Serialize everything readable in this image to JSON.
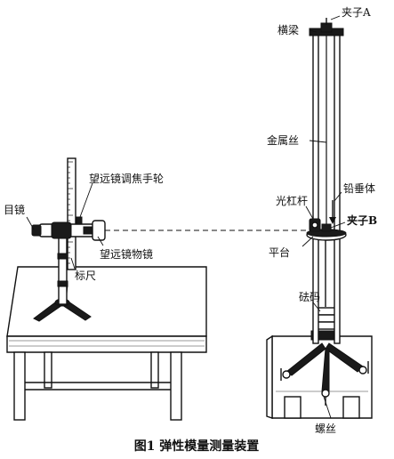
{
  "labels": {
    "clamp_a": "夹子A",
    "crossbeam": "横梁",
    "metal_wire": "金属丝",
    "focus_wheel": "望远镜调焦手轮",
    "eyepiece": "目镜",
    "optical_lever": "光杠杆",
    "plumb_bob": "铅垂体",
    "clamp_b": "夹子B",
    "objective": "望远镜物镜",
    "platform": "平台",
    "scale": "标尺",
    "weights": "砝码",
    "screw": "螺丝"
  },
  "caption": "图1  弹性模量测量装置"
}
